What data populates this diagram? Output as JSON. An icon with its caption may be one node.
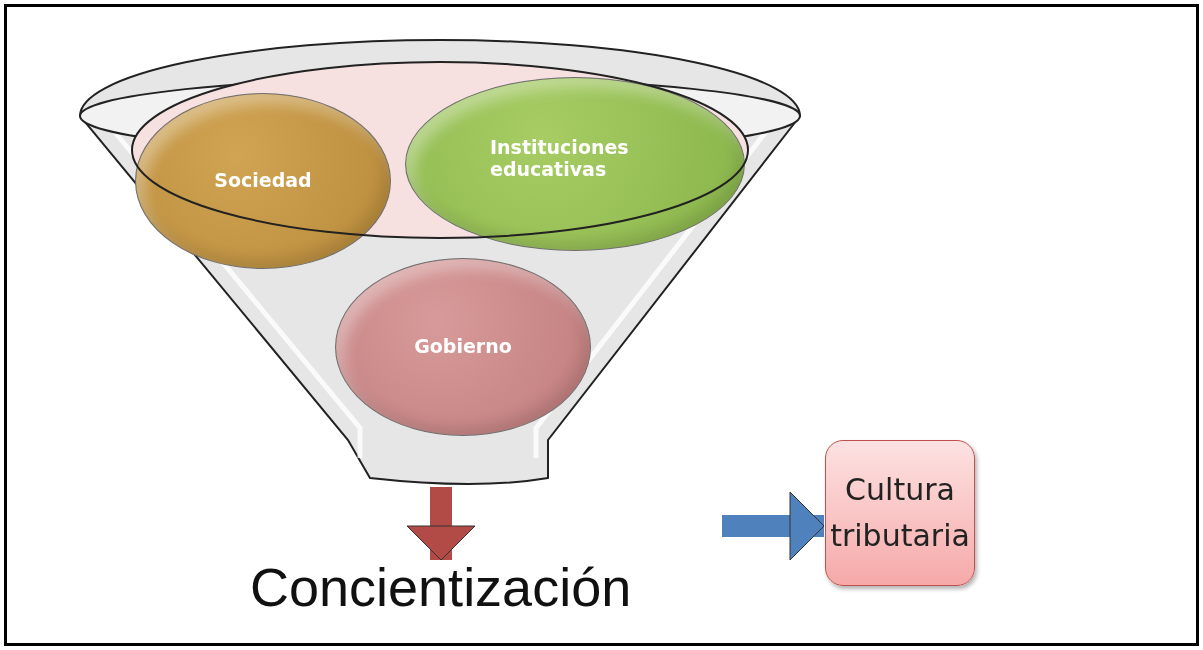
{
  "diagram": {
    "nodes": [
      {
        "text": [],
        "shape": "funnel"
      },
      {
        "text": [
          "Sociedad"
        ],
        "in": 0
      },
      {
        "text": [
          "Instituciones educativas"
        ],
        "in": 0
      },
      {
        "text": [
          "Gobierno"
        ],
        "in": 0
      },
      {
        "text": [
          "Concientización"
        ]
      },
      {
        "text": [
          "Cultura tributaria"
        ]
      }
    ],
    "edges": [
      {
        "from": 0,
        "to": 4,
        "arrow": "to",
        "color": "#b24a45"
      },
      {
        "from": null,
        "to": 5,
        "arrow": "to",
        "color": "#4f81bd"
      }
    ]
  }
}
